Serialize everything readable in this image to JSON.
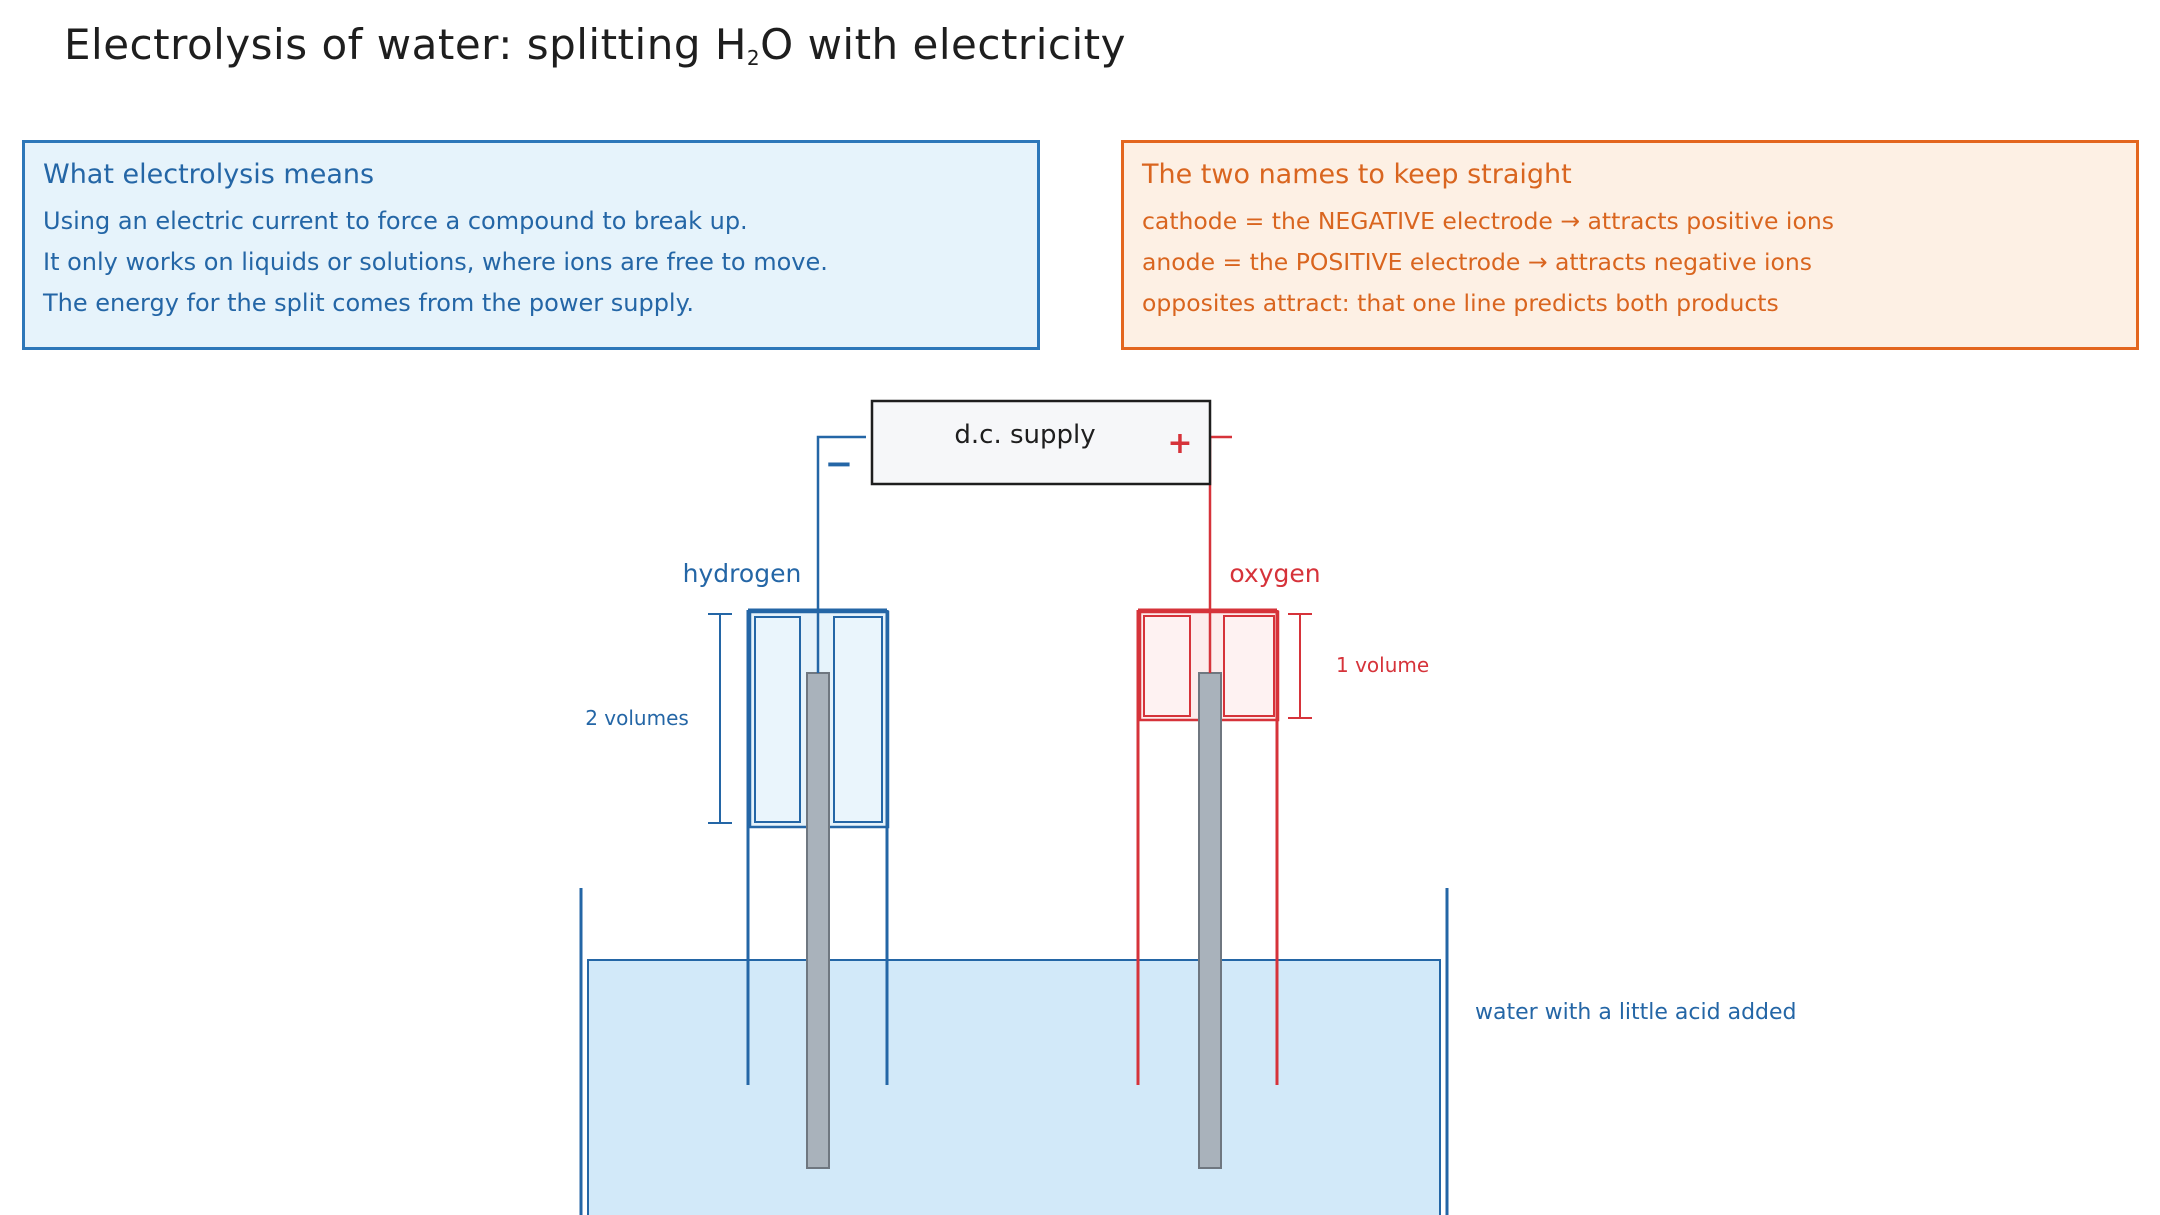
{
  "title": {
    "prefix": "Electrolysis of water: splitting H",
    "subscript": "2",
    "suffix": "O with electricity"
  },
  "left_card": {
    "heading": "What electrolysis means",
    "lines": [
      "Using an electric current to force a compound to break up.",
      "It only works on liquids or solutions, where ions are free to move.",
      "The energy for the split comes from the power supply."
    ]
  },
  "right_card": {
    "heading": "The two names to keep straight",
    "lines": [
      "cathode = the NEGATIVE electrode → attracts positive ions",
      "anode = the POSITIVE electrode → attracts negative ions",
      "opposites attract: that one line predicts both products"
    ]
  },
  "diagram": {
    "supply_label": "d.c. supply",
    "negative_sign": "−",
    "positive_sign": "+",
    "hydrogen_label": "hydrogen",
    "oxygen_label": "oxygen",
    "hydrogen_volume": "2 volumes",
    "oxygen_volume": "1 volume",
    "water_label": "water with a little acid added"
  },
  "colors": {
    "blue": "#2466a6",
    "red": "#d6333a",
    "orange": "#d9651f",
    "water": "#d2e9f9",
    "electrode": "#a9b2bb"
  }
}
